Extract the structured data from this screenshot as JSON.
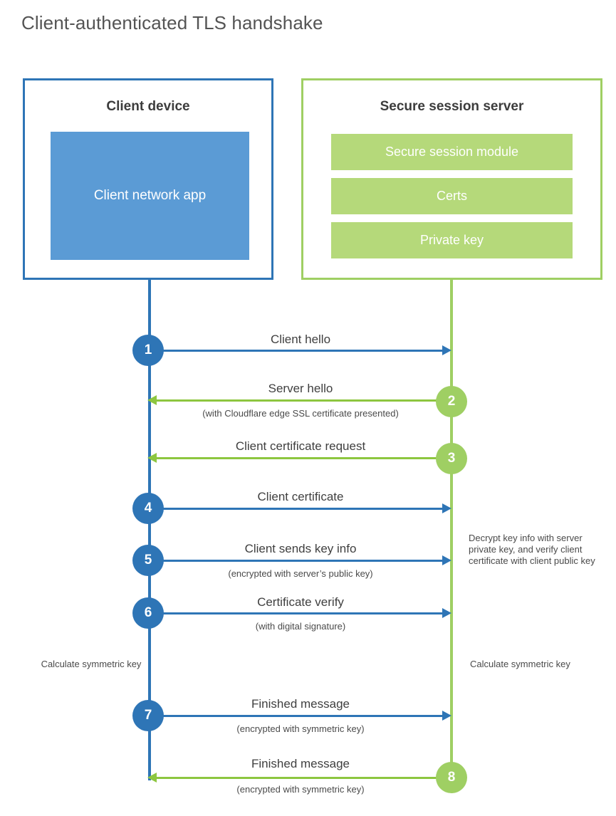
{
  "title": "Client-authenticated TLS handshake",
  "colors": {
    "blue_border": "#2e75b6",
    "blue_fill": "#5b9bd5",
    "green_border": "#9fcf63",
    "green_fill": "#b5d97a",
    "green_arrow": "#8dc63f",
    "text": "#3f3f3f",
    "title_text": "#545454"
  },
  "client": {
    "title": "Client device",
    "app_label": "Client network app"
  },
  "server": {
    "title": "Secure session server",
    "modules": [
      "Secure session module",
      "Certs",
      "Private key"
    ]
  },
  "steps": [
    {
      "number": "1",
      "label": "Client hello",
      "sub": "",
      "direction": "client-to-server",
      "color": "blue"
    },
    {
      "number": "2",
      "label": "Server hello",
      "sub": "(with Cloudflare edge SSL certificate presented)",
      "direction": "server-to-client",
      "color": "green"
    },
    {
      "number": "3",
      "label": "Client certificate request",
      "sub": "",
      "direction": "server-to-client",
      "color": "green"
    },
    {
      "number": "4",
      "label": "Client certificate",
      "sub": "",
      "direction": "client-to-server",
      "color": "blue"
    },
    {
      "number": "5",
      "label": "Client sends key info",
      "sub": "(encrypted with server’s public key)",
      "direction": "client-to-server",
      "color": "blue"
    },
    {
      "number": "6",
      "label": "Certificate verify",
      "sub": "(with digital signature)",
      "direction": "client-to-server",
      "color": "blue"
    },
    {
      "number": "7",
      "label": "Finished message",
      "sub": "(encrypted with symmetric key)",
      "direction": "client-to-server",
      "color": "blue"
    },
    {
      "number": "8",
      "label": "Finished message",
      "sub": "(encrypted with symmetric key)",
      "direction": "server-to-client",
      "color": "green"
    }
  ],
  "annotations": {
    "server_decrypt": "Decrypt key info with server private key, and verify client certificate with client public key",
    "client_calculate": "Calculate symmetric key",
    "server_calculate": "Calculate symmetric key"
  }
}
